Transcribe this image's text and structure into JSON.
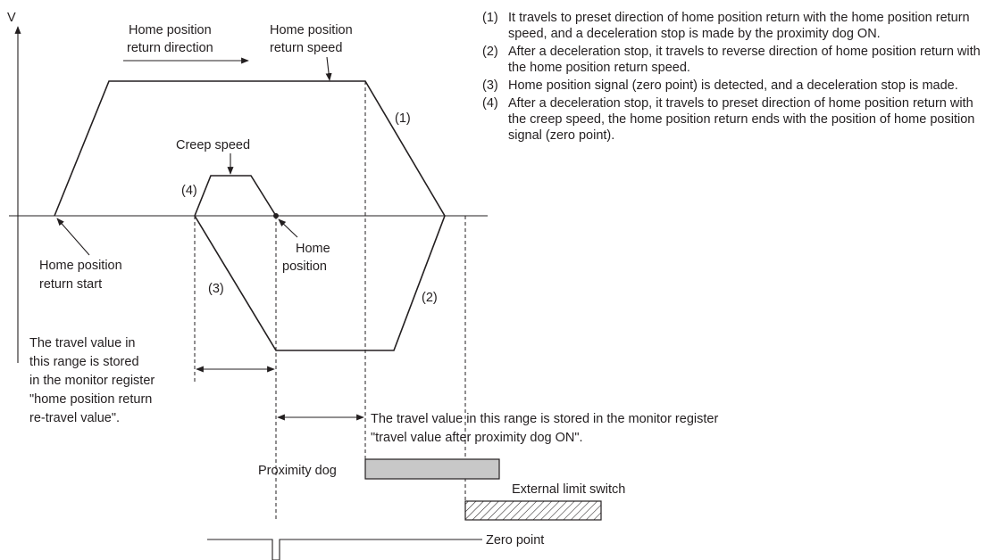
{
  "diagram": {
    "axis_label": "V",
    "direction_label": [
      "Home position",
      "return direction"
    ],
    "speed_label": [
      "Home position",
      "return speed"
    ],
    "creep_label": "Creep speed",
    "start_label": [
      "Home position",
      "return start"
    ],
    "home_label": [
      "Home",
      "position"
    ],
    "step_markers": [
      "(1)",
      "(2)",
      "(3)",
      "(4)"
    ],
    "retravel_note": [
      "The travel value in",
      "this range is stored",
      "in the monitor register",
      "\"home position return",
      "re-travel value\"."
    ],
    "dog_on_note": [
      "The travel value in this range is stored in the monitor register",
      "\"travel value after proximity dog ON\"."
    ],
    "proximity_dog_label": "Proximity dog",
    "limit_switch_label": "External limit switch",
    "zero_point_label": "Zero point"
  },
  "notes": [
    {
      "num": "(1)",
      "text": "It travels to preset direction of home position return with the home position return speed, and a deceleration stop is made by the proximity dog ON."
    },
    {
      "num": "(2)",
      "text": "After a deceleration stop, it travels to reverse direction of home position return with the home position return speed."
    },
    {
      "num": "(3)",
      "text": "Home position signal (zero point) is detected, and a deceleration stop is made."
    },
    {
      "num": "(4)",
      "text": "After a deceleration stop, it travels to preset direction of home position return with the creep speed, the home position return ends with the position of home position signal (zero point)."
    }
  ],
  "colors": {
    "line": "#231f20",
    "proximity_dog_fill": "#c8c8c8",
    "background": "#ffffff"
  }
}
